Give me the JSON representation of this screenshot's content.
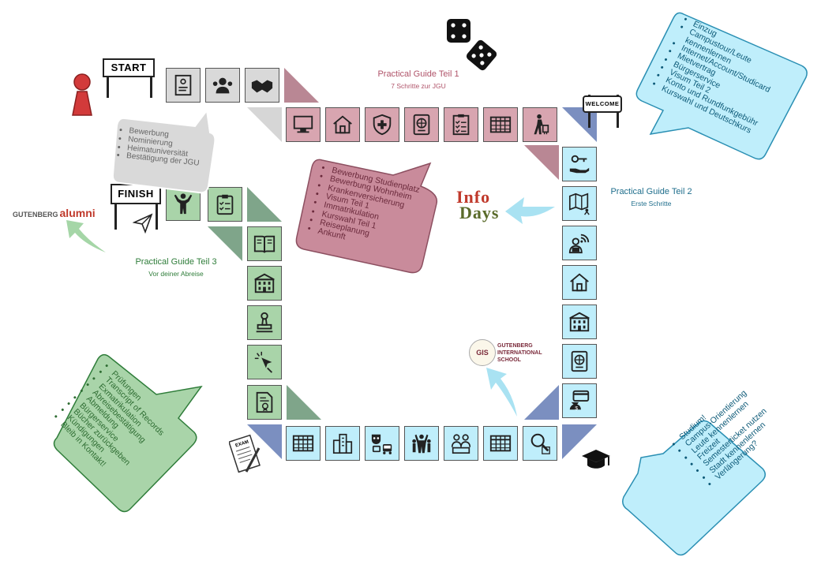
{
  "start_sign": "START",
  "finish_sign": "FINISH",
  "welcome_sign": "WELCOME",
  "exam_label": "EXAM",
  "colors": {
    "gray": "#d9d9d9",
    "pink": "#d8a5b0",
    "cyan": "#bfeefb",
    "green": "#a9d4a9",
    "pawn": "#d23a3a",
    "arrow_cyan": "#a9e2f2",
    "arrow_green": "#a5d6a7"
  },
  "guides": {
    "teil1": {
      "title": "Practical Guide Teil 1",
      "subtitle": "7 Schritte zur JGU"
    },
    "teil2": {
      "title": "Practical Guide Teil 2",
      "subtitle": "Erste Schritte"
    },
    "teil3": {
      "title": "Practical Guide Teil 3",
      "subtitle": "Vor deiner Abreise"
    }
  },
  "bubbles": {
    "gray": [
      "Bewerbung",
      "Nominierung",
      "Heimatuniversität",
      "Bestätigung der JGU"
    ],
    "pink": [
      "Bewerbung Studienplatz",
      "Bewerbung Wohnheim",
      "Krankenversicherung",
      "Visum Teil 1",
      "Immatrikulation",
      "Kurswahl Teil 1",
      "Reiseplanung",
      "Ankunft"
    ],
    "cyan_top": [
      "Einzug",
      "Campustour/Leute kennenlernen",
      "Internet/Account/Studicard",
      "Mietvertrag",
      "Bürgerservice",
      "Visum Teil 2",
      "Konto und Rundfunkgebühr",
      "Kurswahl und Deutschkurs"
    ],
    "cyan_bottom": [
      "Studium!",
      "Campus-Orientierung",
      "Leute kennenlernen",
      "Freizeit",
      "Semesterticket nutzen",
      "Stadt kennenlernen",
      "Verlängerung?"
    ],
    "green": [
      "Prüfungen",
      "Transcript of Records",
      "Exmatrikulation",
      "Abreisebestätigung",
      "Abmeldung",
      "Bürgerservice",
      "Bücher zurückgeben",
      "Kündigungen",
      "Bleib in Kontakt!"
    ]
  },
  "logos": {
    "infodays_1": "Info",
    "infodays_2": "Days",
    "gis_letters": "GIS",
    "gis_text": [
      "GUTENBERG",
      "INTERNATIONAL",
      "SCHOOL"
    ],
    "alumni_1": "GUTENBERG",
    "alumni_2": "alumni"
  },
  "icons": {
    "gray_row": [
      "application-form-icon",
      "interview-people-icon",
      "handshake-icon"
    ],
    "pink_row": [
      "computer-icon",
      "house-icon",
      "health-shield-icon",
      "passport-icon",
      "checklist-icon",
      "timetable-icon",
      "traveler-icon"
    ],
    "cyan_col": [
      "key-hand-icon",
      "campus-map-icon",
      "wifi-reader-icon",
      "house-icon",
      "university-building-icon",
      "passport-icon",
      "bank-card-icon"
    ],
    "bottom_row": [
      "timetable-icon",
      "city-icon",
      "theater-transport-icon",
      "crowd-icon",
      "meeting-people-icon",
      "schedule-icon",
      "search-document-icon"
    ],
    "green_col": [
      "book-icon",
      "university-building-icon",
      "stamp-icon",
      "cursor-click-icon",
      "certificate-document-icon"
    ],
    "finish_row": [
      "graduate-icon",
      "clipboard-icon"
    ]
  }
}
